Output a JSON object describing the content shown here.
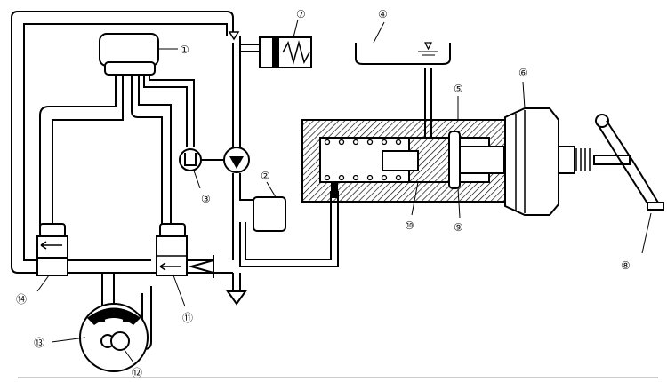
{
  "labels": {
    "ecu": "①",
    "pressure_switch": "②",
    "pump_motor": "③",
    "reservoir": "④",
    "master_cylinder": "⑤",
    "brake_booster": "⑥",
    "accumulator": "⑦",
    "brake_pedal": "⑧",
    "piston": "⑨",
    "valve": "⑩",
    "solenoid_valve_right": "⑪",
    "sensor": "⑫",
    "wheel_cylinder": "⑬",
    "solenoid_valve_left": "⑭"
  }
}
